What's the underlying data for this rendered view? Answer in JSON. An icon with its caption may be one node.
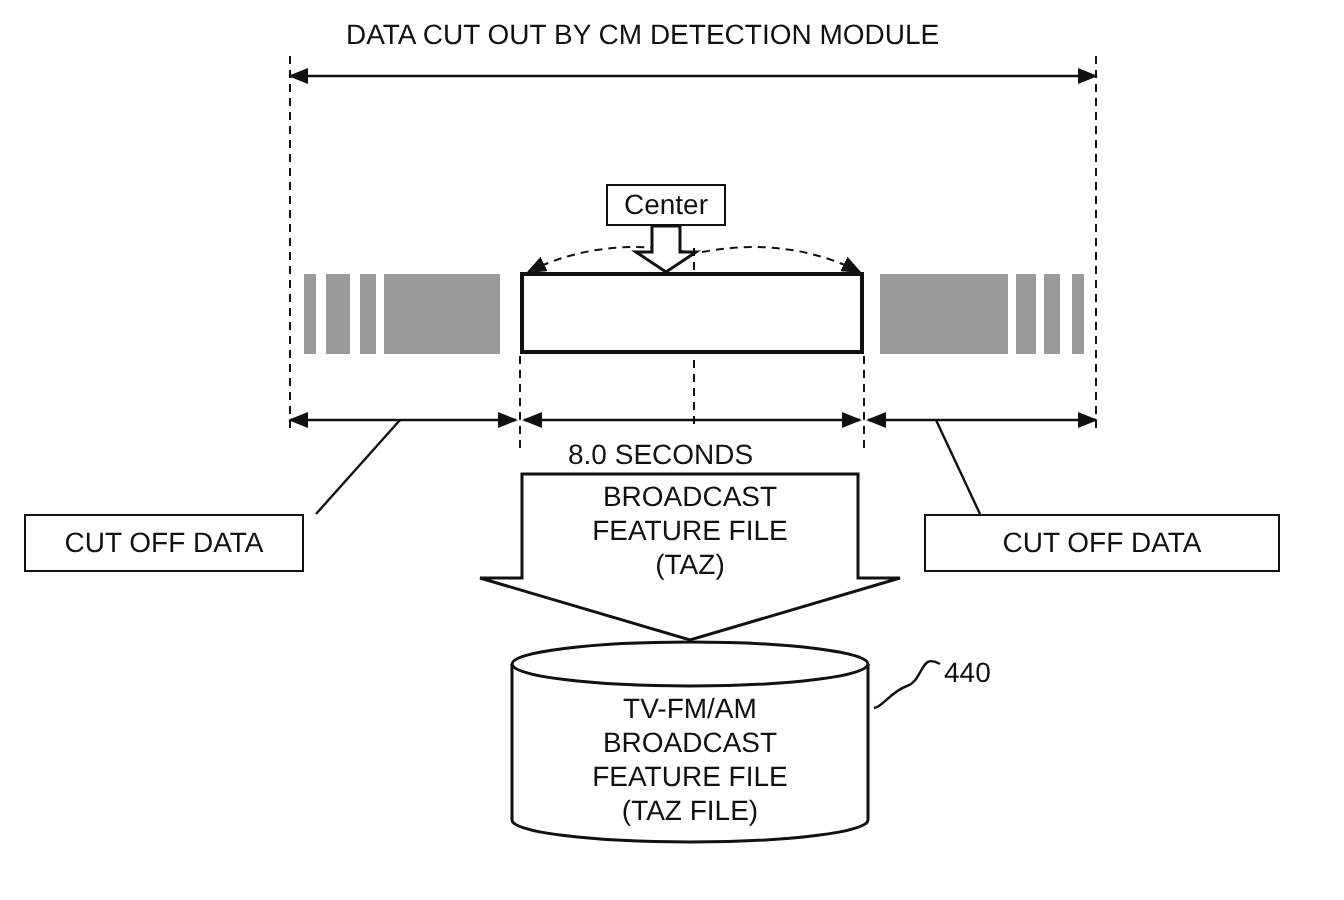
{
  "diagram": {
    "nodes": [
      {
        "text": [
          "Center"
        ]
      },
      {
        "text": [],
        "shape": "bar"
      },
      {
        "text": [
          "CUT OFF DATA"
        ]
      },
      {
        "text": [
          "CUT OFF DATA"
        ]
      },
      {
        "text": [
          "TV-FM/AM BROADCAST FEATURE FILE (TAZ FILE)"
        ]
      },
      {
        "text": [
          "440"
        ]
      }
    ],
    "edges": [
      {
        "from": 0,
        "to": 1,
        "arrow": "to"
      },
      {
        "from": 2,
        "to": null,
        "arrow": "none"
      },
      {
        "from": 3,
        "to": null,
        "arrow": "none"
      },
      {
        "from": 1,
        "to": 4,
        "arrow": "to",
        "label": "BROADCAST FEATURE FILE (TAZ)"
      },
      {
        "from": 5,
        "to": 4,
        "arrow": "none"
      }
    ],
    "labels": [
      "DATA CUT OUT BY CM DETECTION MODULE",
      "8.0 SECONDS"
    ]
  }
}
